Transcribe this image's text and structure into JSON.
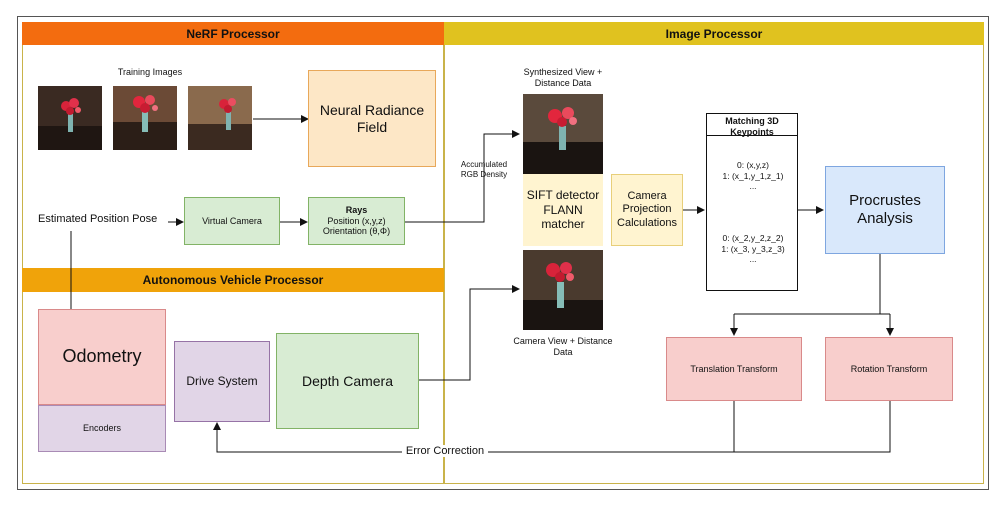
{
  "panels": {
    "nerf": "NeRF Processor",
    "image": "Image Processor",
    "av": "Autonomous Vehicle Processor"
  },
  "labels": {
    "training_images": "Training Images",
    "synth_view": "Synthesized View + Distance Data",
    "camera_view": "Camera View + Distance Data",
    "accumulated": "Accumulated RGB Density",
    "estimated_pose": "Estimated Position Pose",
    "error_correction": "Error Correction"
  },
  "boxes": {
    "nerf_field": "Neural Radiance Field",
    "virtual_camera": "Virtual Camera",
    "rays_title": "Rays",
    "rays_position": "Position (x,y,z)",
    "rays_orientation": "Orientation (θ,Φ)",
    "sift": "SIFT detector FLANN matcher",
    "projection": "Camera Projection Calculations",
    "procrustes": "Procrustes Analysis",
    "translation": "Translation Transform",
    "rotation": "Rotation Transform",
    "odometry": "Odometry",
    "encoders": "Encoders",
    "drive": "Drive System",
    "depth_camera": "Depth Camera"
  },
  "keypoints": {
    "title": "Matching 3D Keypoints",
    "group1": [
      "0: (x,y,z)",
      "1: (x_1,y_1,z_1)",
      "..."
    ],
    "group2": [
      "0: (x_2,y_2,z_2)",
      "1: (x_3, y_3,z_3)",
      "..."
    ]
  },
  "colors": {
    "nerf_header": "#f36c0f",
    "image_header": "#e0c21f",
    "av_header": "#f0a30a",
    "orange_box": "#fde7c6",
    "green_box": "#d8ecd3",
    "blue_box": "#d9e8fb",
    "red_box": "#f8cecc",
    "purple_box": "#e1d5e7",
    "yellow_box": "#fff4d0"
  }
}
